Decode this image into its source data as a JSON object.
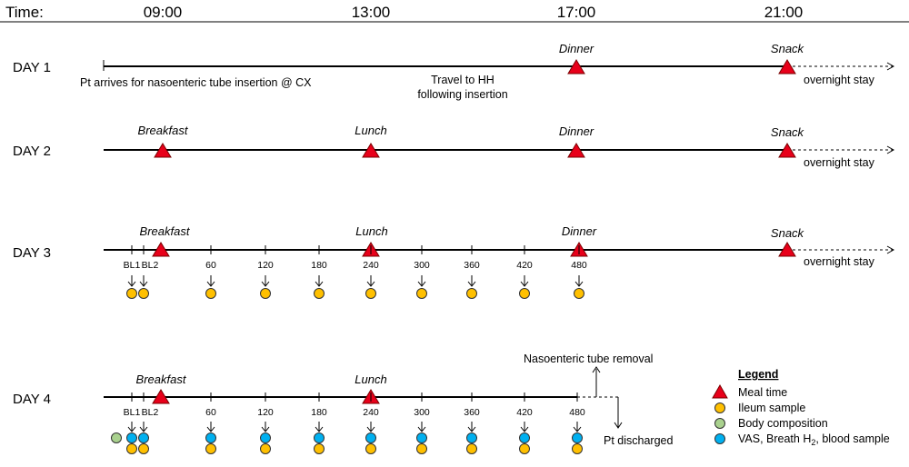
{
  "header": {
    "time_label": "Time:",
    "hours": [
      "09:00",
      "13:00",
      "17:00",
      "21:00"
    ]
  },
  "days": [
    {
      "label": "DAY 1",
      "meals": [
        {
          "name": "Dinner",
          "time": 17.0
        },
        {
          "name": "Snack",
          "time": 21.1
        }
      ],
      "start_note": "Pt arrives for nasoenteric tube insertion @ CX",
      "mid_note": [
        "Travel to HH",
        "following insertion"
      ],
      "end_note": "overnight stay"
    },
    {
      "label": "DAY 2",
      "meals": [
        {
          "name": "Breakfast",
          "time": 9.0
        },
        {
          "name": "Lunch",
          "time": 13.0
        },
        {
          "name": "Dinner",
          "time": 17.0
        },
        {
          "name": "Snack",
          "time": 21.1
        }
      ],
      "end_note": "overnight stay"
    },
    {
      "label": "DAY 3",
      "meals": [
        {
          "name": "Breakfast",
          "time": 9.0
        },
        {
          "name": "Lunch",
          "time": 13.0
        },
        {
          "name": "Dinner",
          "time": 17.05
        },
        {
          "name": "Snack",
          "time": 21.1
        }
      ],
      "samples": [
        {
          "label": "BL1",
          "min": -30
        },
        {
          "label": "BL2",
          "min": -15
        },
        {
          "label": "60",
          "min": 60
        },
        {
          "label": "120",
          "min": 120
        },
        {
          "label": "180",
          "min": 180
        },
        {
          "label": "240",
          "min": 240
        },
        {
          "label": "300",
          "min": 300
        },
        {
          "label": "360",
          "min": 360
        },
        {
          "label": "420",
          "min": 420
        },
        {
          "label": "480",
          "min": 480
        }
      ],
      "end_note": "overnight stay"
    },
    {
      "label": "DAY 4",
      "meals": [
        {
          "name": "Breakfast",
          "time": 9.0
        },
        {
          "name": "Lunch",
          "time": 13.0
        }
      ],
      "samples": [
        {
          "label": "BL1",
          "min": -30
        },
        {
          "label": "BL2",
          "min": -15
        },
        {
          "label": "60",
          "min": 60
        },
        {
          "label": "120",
          "min": 120
        },
        {
          "label": "180",
          "min": 180
        },
        {
          "label": "240",
          "min": 240
        },
        {
          "label": "300",
          "min": 300
        },
        {
          "label": "360",
          "min": 360
        },
        {
          "label": "420",
          "min": 420
        },
        {
          "label": "480",
          "min": 480
        }
      ],
      "removal_note": "Nasoenteric tube removal",
      "discharge_note": "Pt discharged"
    }
  ],
  "legend": {
    "title": "Legend",
    "items": [
      {
        "kind": "meal",
        "label": "Meal time",
        "color": "#e8001a"
      },
      {
        "kind": "ileum",
        "label": "Ileum sample",
        "color": "#ffc000"
      },
      {
        "kind": "body",
        "label": "Body composition",
        "color": "#a9d18e"
      },
      {
        "kind": "vas",
        "label": "VAS, Breath H",
        "sub": "2",
        "suffix": ", blood sample",
        "color": "#00b0f0"
      }
    ]
  },
  "colors": {
    "meal": "#e8001a",
    "ileum": "#ffc000",
    "body": "#a9d18e",
    "vas": "#00b0f0"
  }
}
